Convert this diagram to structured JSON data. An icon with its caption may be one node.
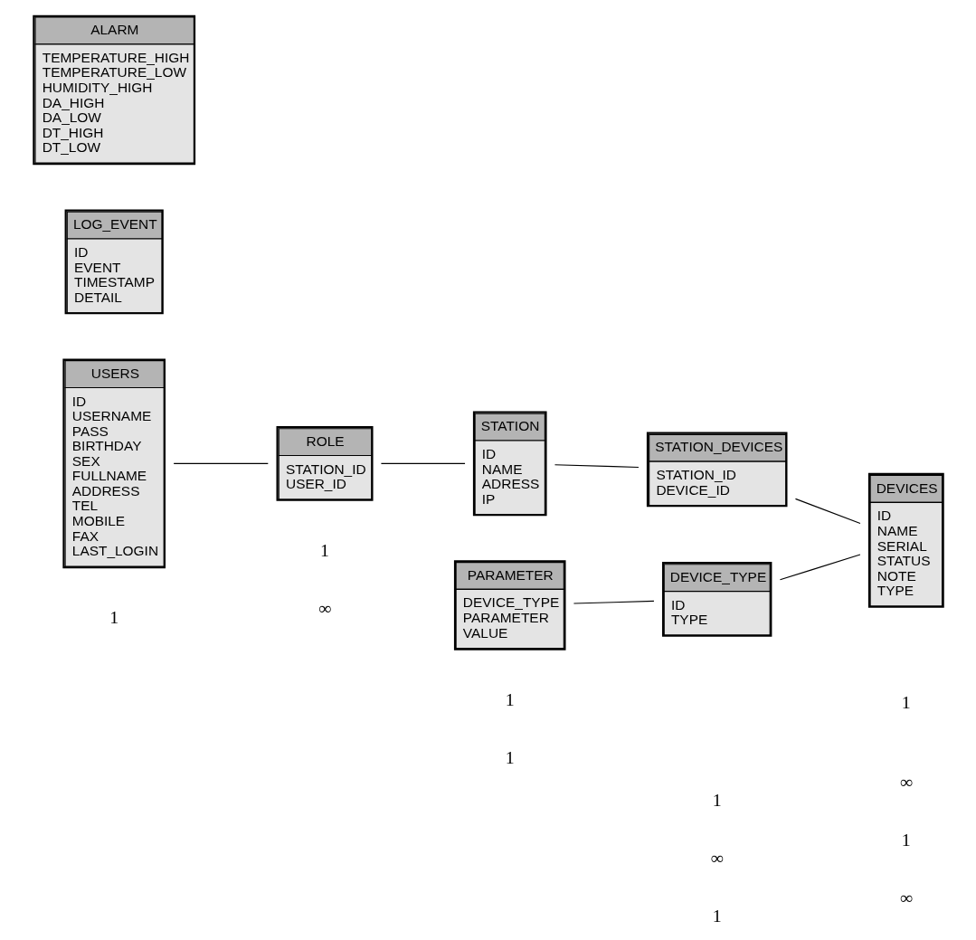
{
  "diagram": {
    "nodes": [
      {
        "text": [
          "USERS",
          "ID",
          "USERNAME",
          "PASS",
          "BIRTHDAY",
          "SEX",
          "FULLNAME",
          "ADDRESS",
          "TEL",
          "MOBILE",
          "FAX",
          "LAST_LOGIN"
        ]
      },
      {
        "text": [
          "ROLE",
          "STATION_ID",
          "USER_ID"
        ]
      },
      {
        "text": [
          "PARAMETER",
          "DEVICE_TYPE",
          "PARAMETER",
          "VALUE"
        ]
      },
      {
        "text": [
          "STATION",
          "ID",
          "NAME",
          "ADRESS",
          "IP"
        ]
      },
      {
        "text": [
          "DEVICE_TYPE",
          "ID",
          "TYPE"
        ]
      },
      {
        "text": [
          "STATION_DEVICES",
          "STATION_ID",
          "DEVICE_ID"
        ]
      },
      {
        "text": [
          "DEVICES",
          "ID",
          "NAME",
          "SERIAL",
          "STATUS",
          "NOTE",
          "TYPE"
        ]
      },
      {
        "text": [
          "LOG_EVENT",
          "ID",
          "EVENT",
          "TIMESTAMP",
          "DETAIL"
        ]
      },
      {
        "text": [
          "ALARM",
          "TEMPERATURE_HIGH",
          "TEMPERATURE_LOW",
          "HUMIDITY_HIGH",
          "DA_HIGH",
          "DA_LOW",
          "DT_HIGH",
          "DT_LOW"
        ]
      }
    ],
    "edges": [
      {
        "from": 0,
        "to": 1,
        "arrow": "none"
      },
      {
        "from": 1,
        "to": 3,
        "arrow": "none"
      },
      {
        "from": 3,
        "to": 5,
        "arrow": "none"
      },
      {
        "from": 5,
        "to": 6,
        "arrow": "none"
      },
      {
        "from": 2,
        "to": 4,
        "arrow": "none"
      },
      {
        "from": 4,
        "to": 6,
        "arrow": "none"
      }
    ],
    "labels": [
      "1",
      "∞",
      "1",
      "∞",
      "1",
      "1",
      "1",
      "1",
      "1",
      "∞",
      "1",
      "∞"
    ]
  }
}
